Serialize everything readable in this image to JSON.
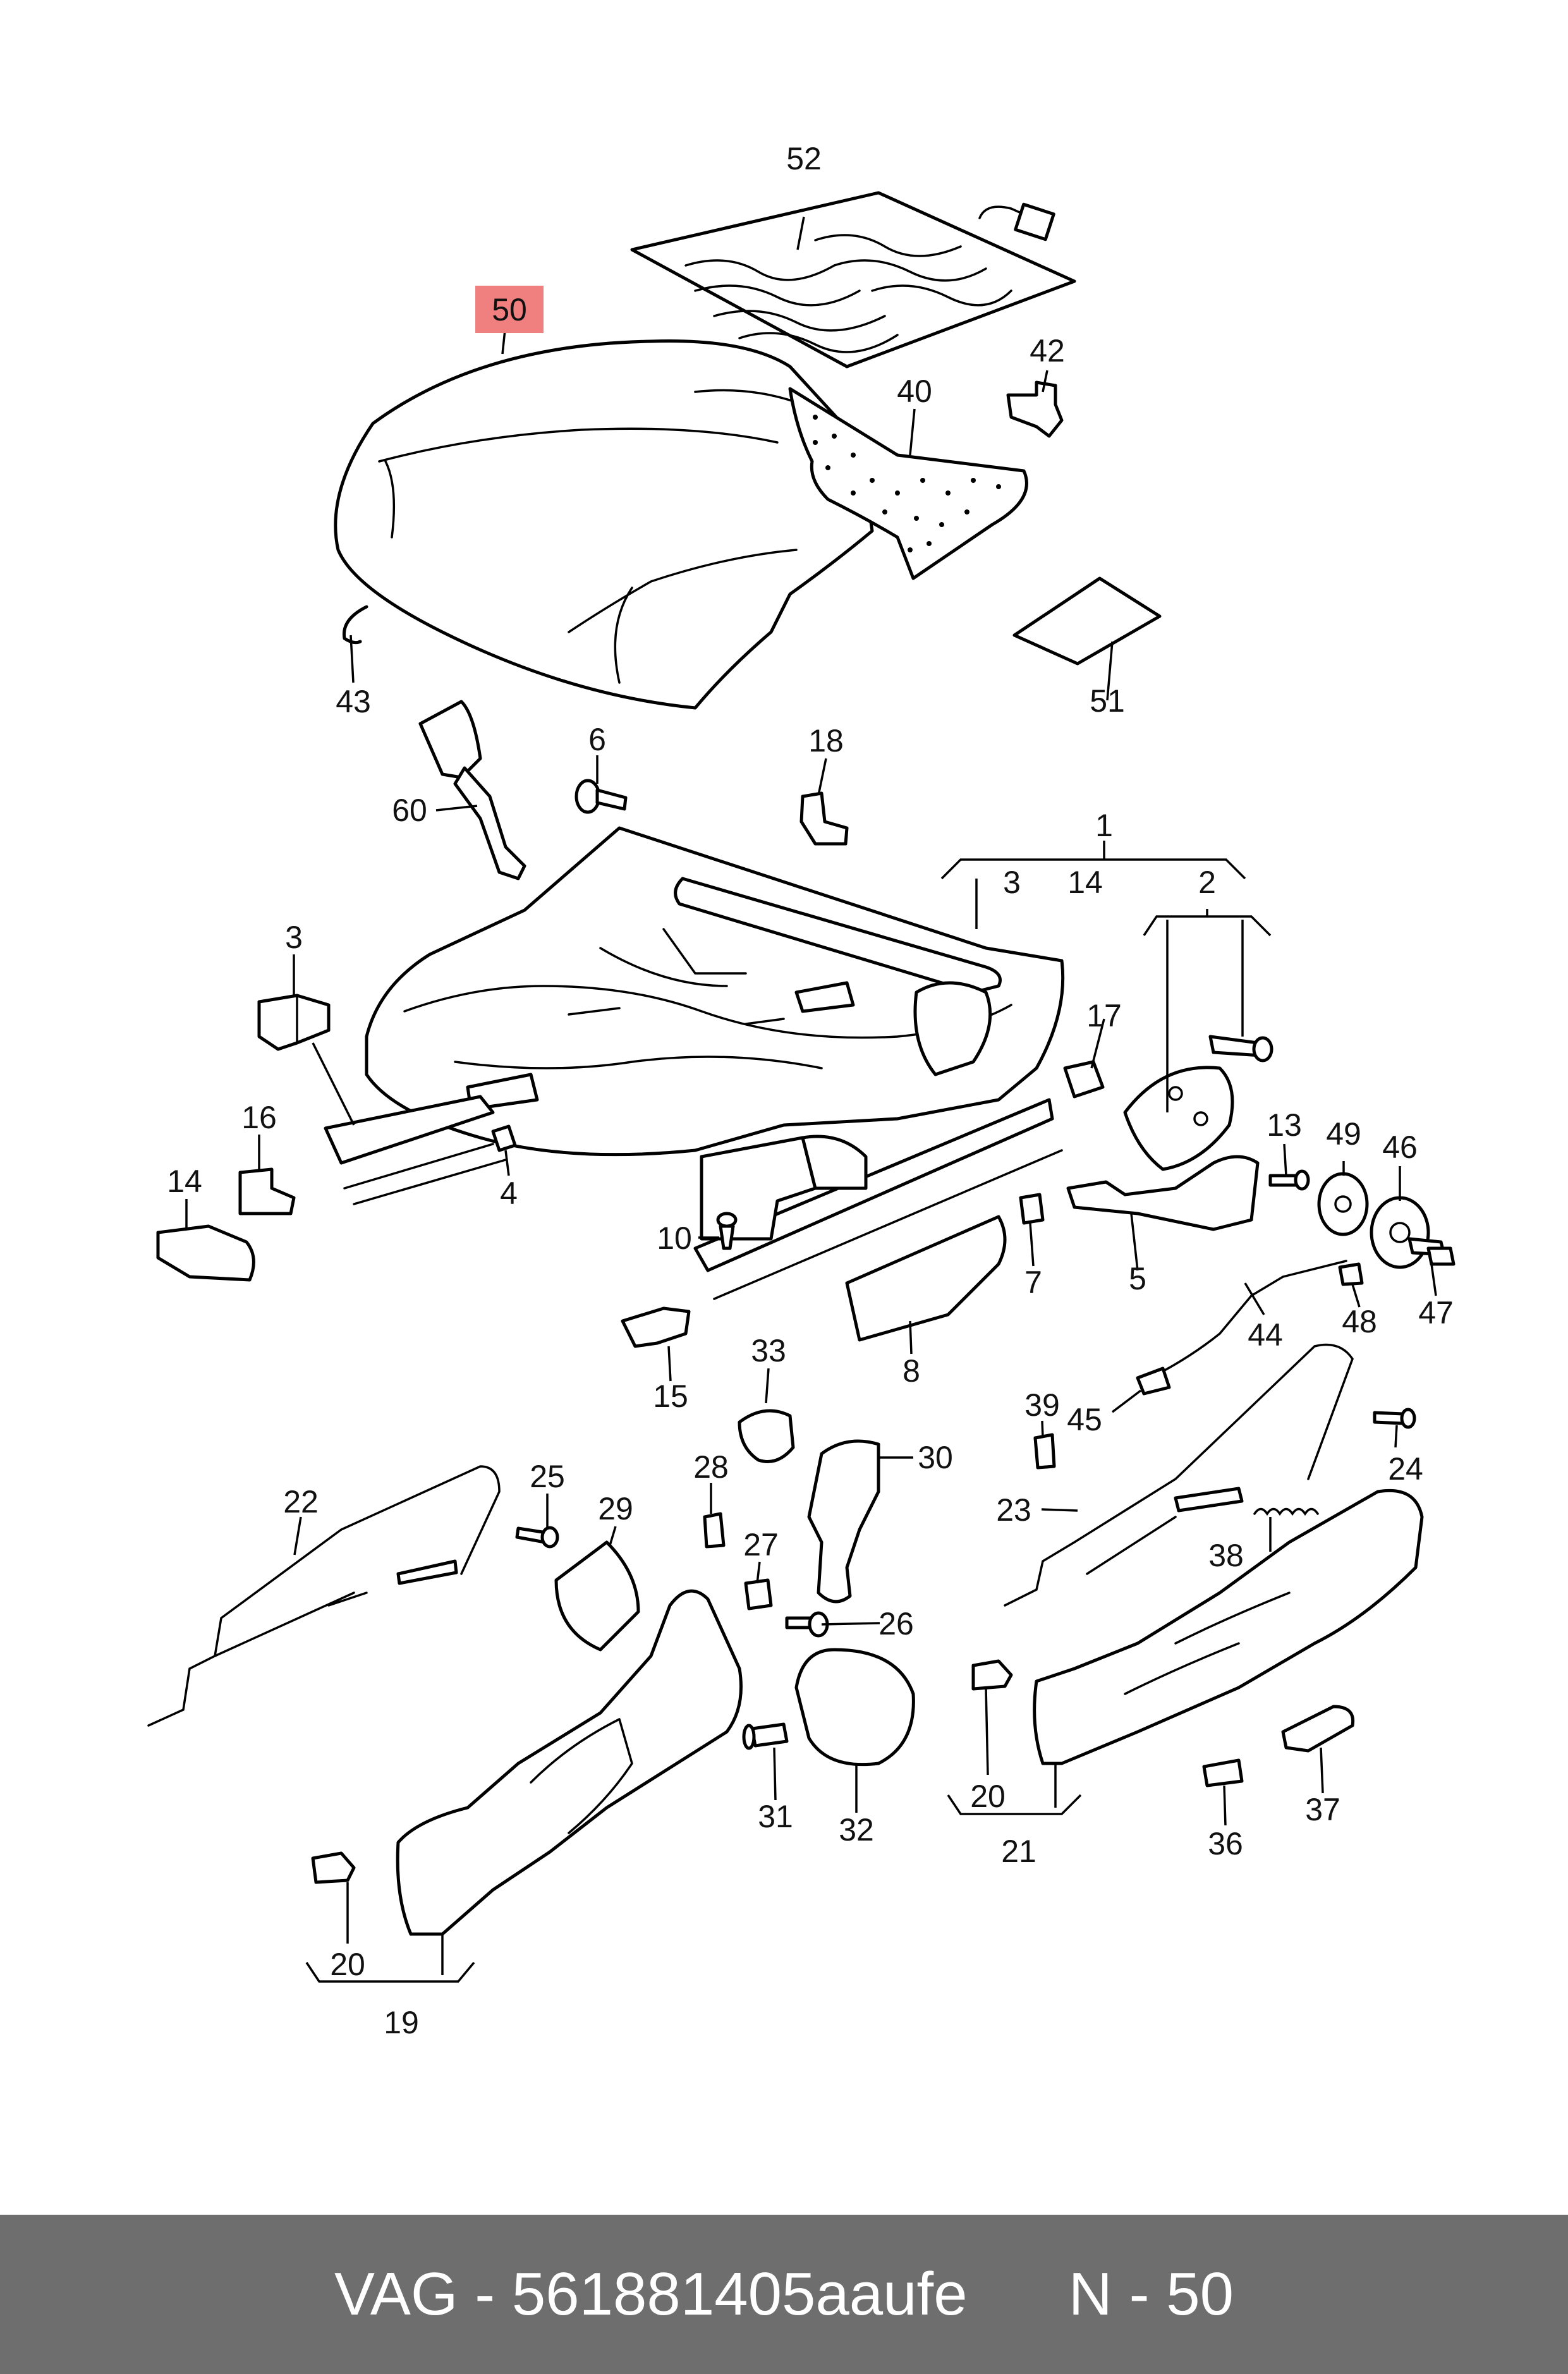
{
  "theme": {
    "highlight": "#f08080",
    "caption_bg": "#6e6e6e",
    "caption_text": "#ffffff",
    "line": "#000000"
  },
  "caption": {
    "brand": "VAG",
    "separator": " - ",
    "part_number": "561881405aaufe",
    "ref": "N - 50"
  },
  "highlighted_label": "50",
  "labels": [
    "52",
    "50",
    "42",
    "40",
    "43",
    "51",
    "6",
    "18",
    "60",
    "1",
    "3",
    "14",
    "2",
    "3",
    "17",
    "13",
    "49",
    "46",
    "16",
    "4",
    "14",
    "10",
    "7",
    "5",
    "47",
    "48",
    "44",
    "15",
    "8",
    "33",
    "39",
    "45",
    "24",
    "28",
    "30",
    "22",
    "25",
    "29",
    "23",
    "38",
    "27",
    "26",
    "20",
    "31",
    "32",
    "37",
    "36",
    "20",
    "21",
    "20",
    "19"
  ]
}
